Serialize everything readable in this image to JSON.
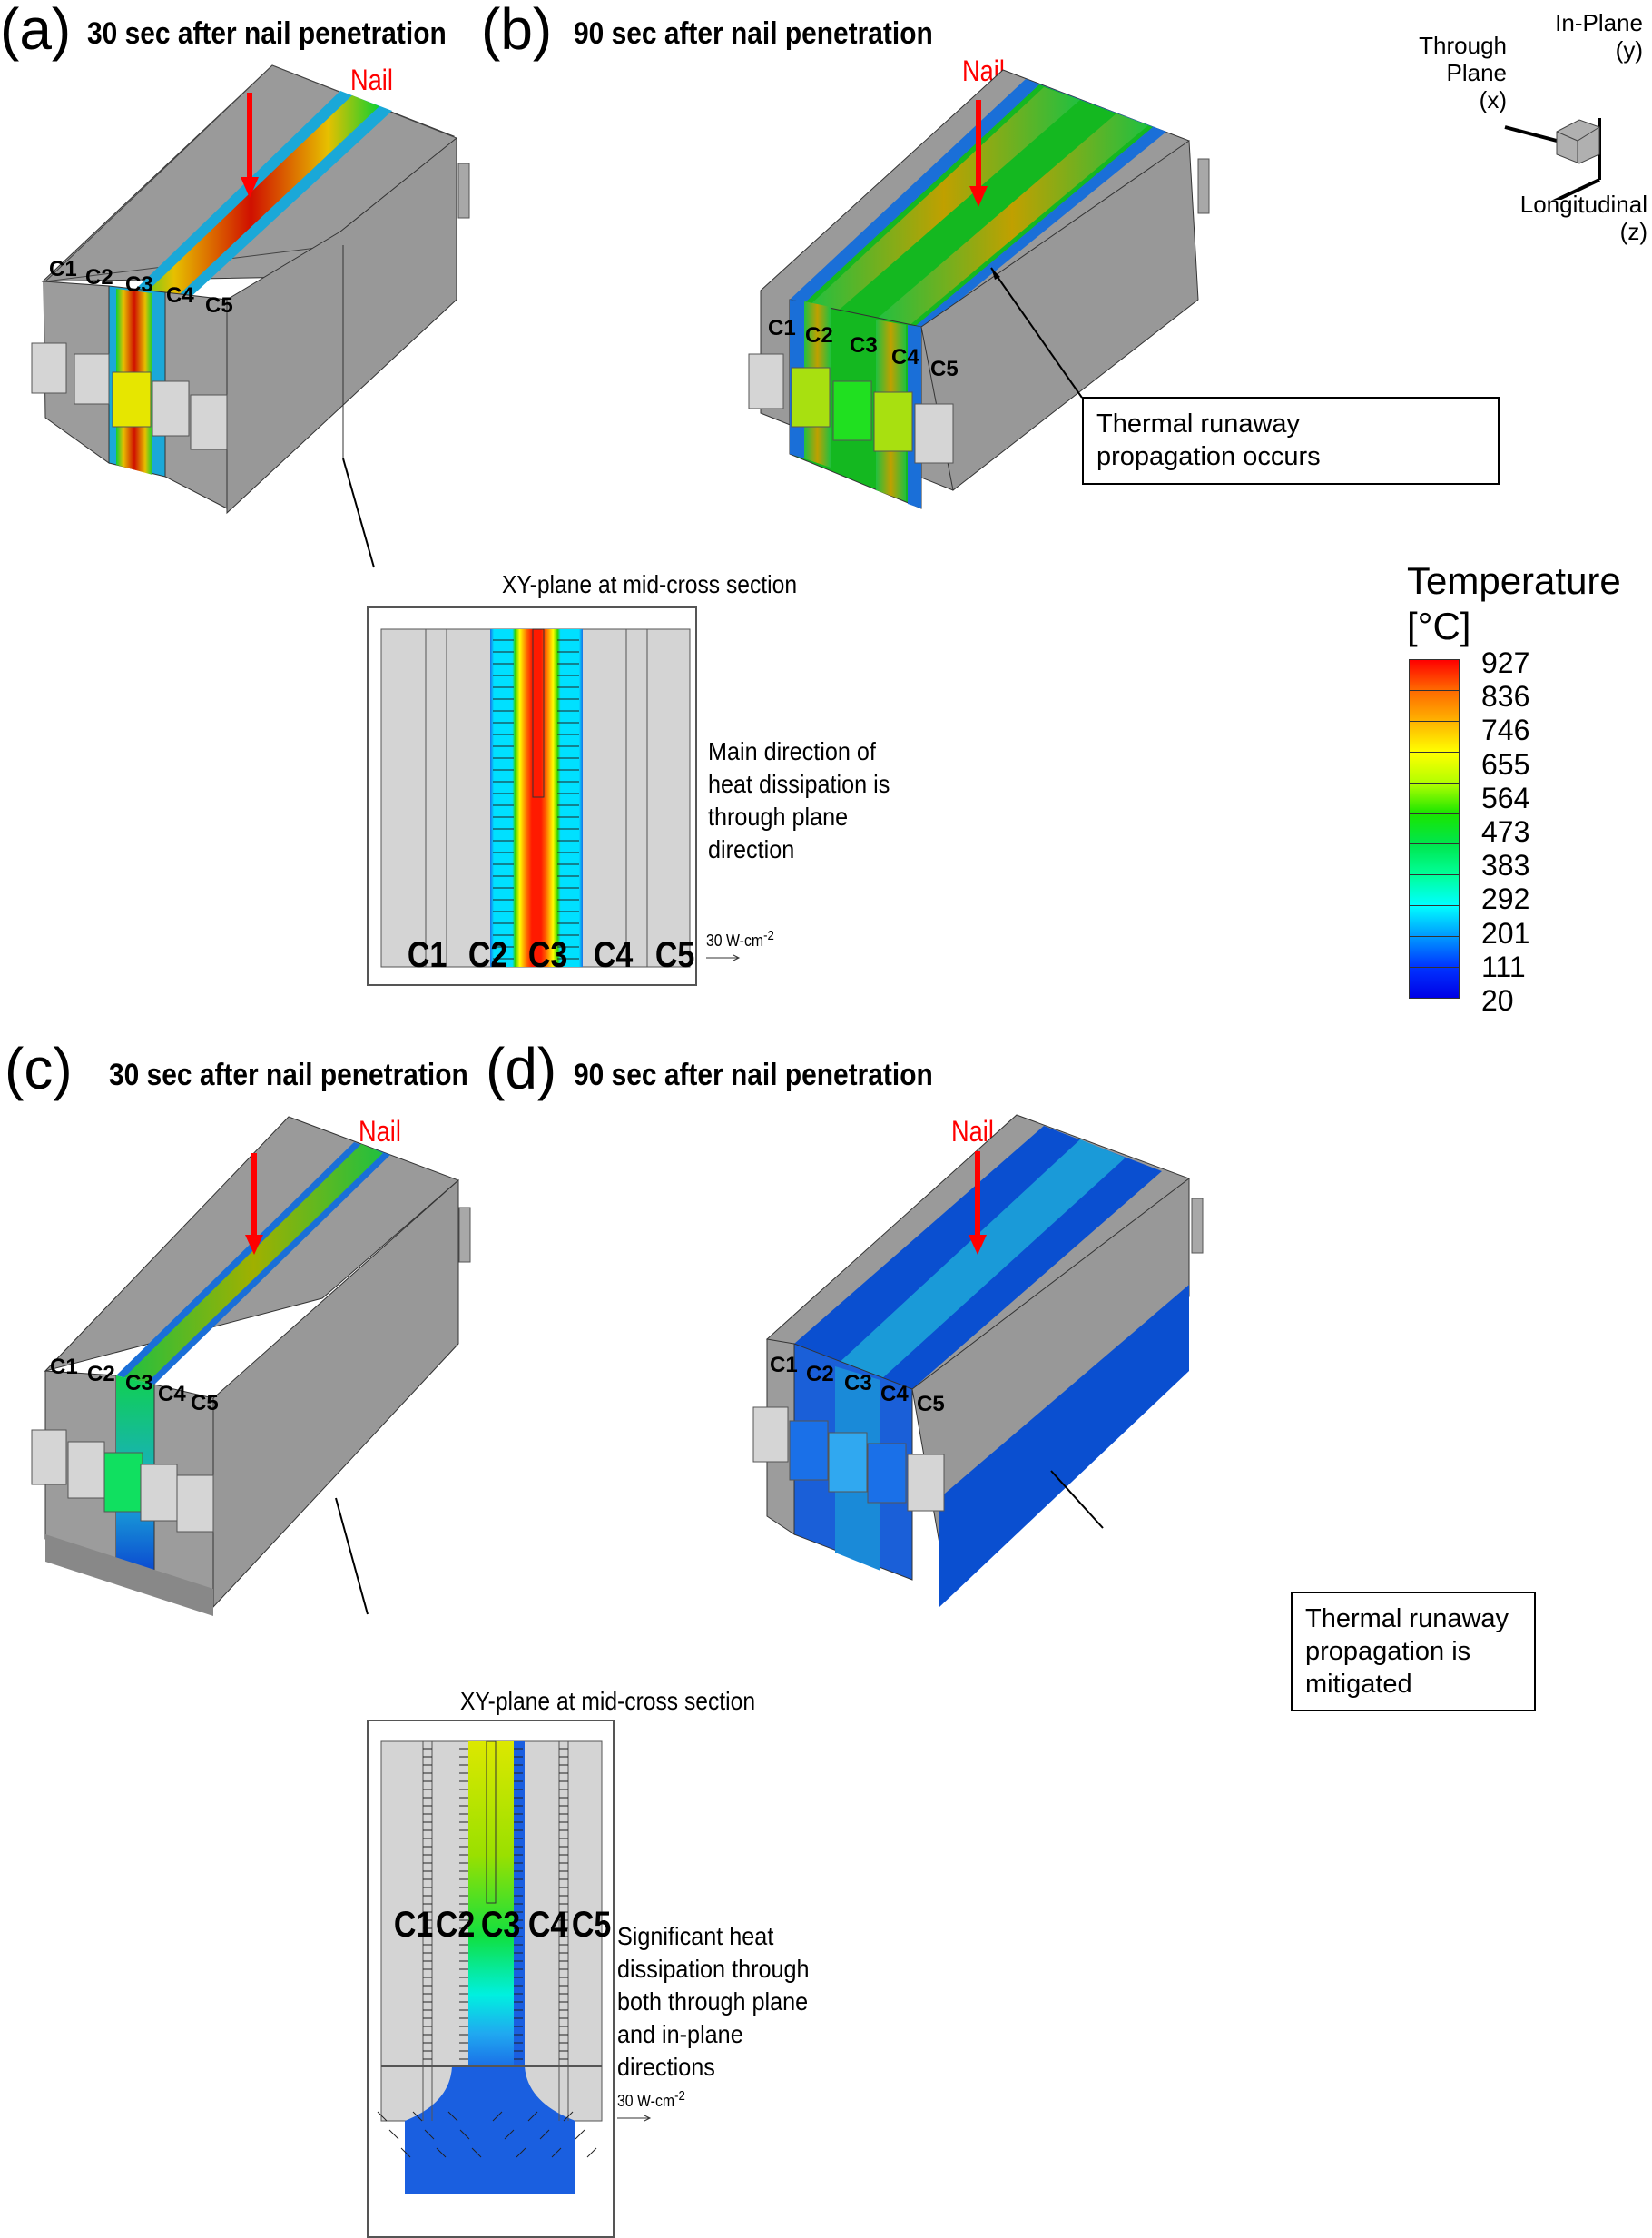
{
  "panels": [
    {
      "letter": "(a)",
      "title": "30 sec after nail penetration",
      "nail_label": "Nail",
      "cells": [
        "C1",
        "C2",
        "C3",
        "C4",
        "C5"
      ]
    },
    {
      "letter": "(b)",
      "title": "90 sec after nail penetration",
      "nail_label": "Nail",
      "cells": [
        "C1",
        "C2",
        "C3",
        "C4",
        "C5"
      ],
      "callout": [
        "Thermal runaway",
        "propagation occurs"
      ]
    },
    {
      "letter": "(c)",
      "title": "30 sec after nail penetration",
      "nail_label": "Nail",
      "cells": [
        "C1",
        "C2",
        "C3",
        "C4",
        "C5"
      ]
    },
    {
      "letter": "(d)",
      "title": "90 sec after nail penetration",
      "nail_label": "Nail",
      "cells": [
        "C1",
        "C2",
        "C3",
        "C4",
        "C5"
      ],
      "callout": [
        "Thermal runaway",
        "propagation is",
        "mitigated"
      ]
    }
  ],
  "cross_sections": [
    {
      "title": "XY-plane at mid-cross section",
      "cells": [
        "C1",
        "C2",
        "C3",
        "C4",
        "C5"
      ],
      "note": [
        "Main direction of",
        "heat dissipation is",
        "through plane",
        "direction"
      ],
      "vector_scale": "30 W-cm",
      "vector_scale_exp": "-2"
    },
    {
      "title": "XY-plane at mid-cross section",
      "cells": [
        "C1",
        "C2",
        "C3",
        "C4",
        "C5"
      ],
      "note": [
        "Significant heat",
        "dissipation through",
        "both through plane",
        "and in-plane",
        "directions"
      ],
      "vector_scale": "30 W-cm",
      "vector_scale_exp": "-2"
    }
  ],
  "axes": {
    "through_plane": [
      "Through",
      "Plane",
      "(x)"
    ],
    "in_plane": [
      "In-Plane",
      "(y)"
    ],
    "longitudinal": [
      "Longitudinal",
      "(z)"
    ]
  },
  "legend": {
    "title": "Temperature",
    "unit": "[°C]",
    "ticks": [
      "927",
      "836",
      "746",
      "655",
      "564",
      "473",
      "383",
      "292",
      "201",
      "111",
      "20"
    ],
    "colors": [
      "#ff0000",
      "#ff6a00",
      "#ffb300",
      "#ffff00",
      "#b3ff00",
      "#19e600",
      "#00e64d",
      "#00ff99",
      "#00ffff",
      "#0099ff",
      "#0033ff",
      "#0000e6"
    ]
  },
  "colors": {
    "casing": "#9a9a9a",
    "casing_light": "#b4b4b4",
    "tab": "#d9d9d9",
    "nail": "#ff0000",
    "section_bg": "#d4d4d4",
    "hot": "#ff1a00",
    "warm_yellow": "#e6e600",
    "cool_cyan": "#00d8f0",
    "cool_blue": "#1a6fe6",
    "green": "#10c020",
    "deep_blue": "#0a4fd0"
  }
}
